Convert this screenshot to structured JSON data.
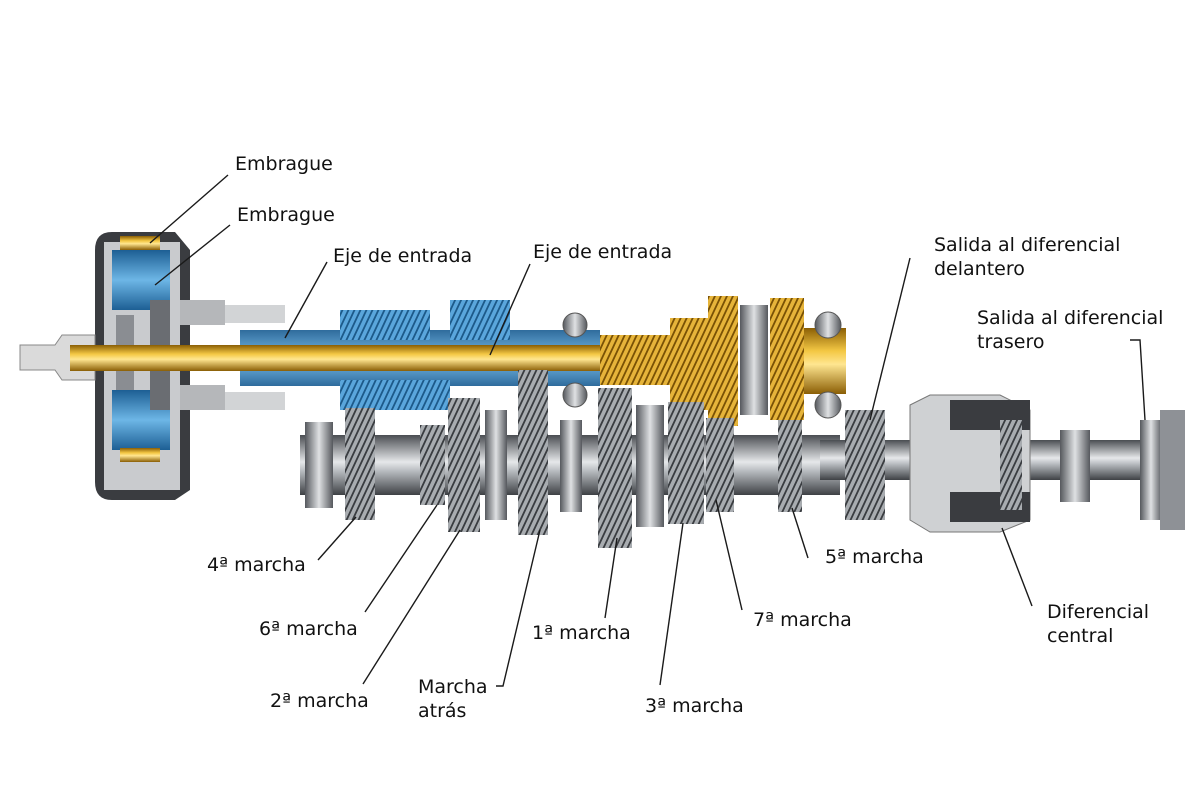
{
  "labels": {
    "clutch_1": "Embrague",
    "clutch_2": "Embrague",
    "input_shaft_1": "Eje de entrada",
    "input_shaft_2": "Eje de entrada",
    "front_diff_out": "Salida al diferencial\ndelantero",
    "rear_diff_out": "Salida al diferencial\ntrasero",
    "gear_4": "4ª marcha",
    "gear_6": "6ª marcha",
    "gear_2": "2ª marcha",
    "reverse": "Marcha\natrás",
    "gear_1": "1ª marcha",
    "gear_3": "3ª marcha",
    "gear_7": "7ª marcha",
    "gear_5": "5ª marcha",
    "center_diff": "Diferencial\ncentral"
  },
  "colors": {
    "shaft_gold": "#d9a21c",
    "sleeve_blue": "#3c8cc4",
    "steel_gray": "#9a9ea4",
    "dark_gray": "#4a4d52",
    "housing_gray": "#c8c8c8"
  }
}
